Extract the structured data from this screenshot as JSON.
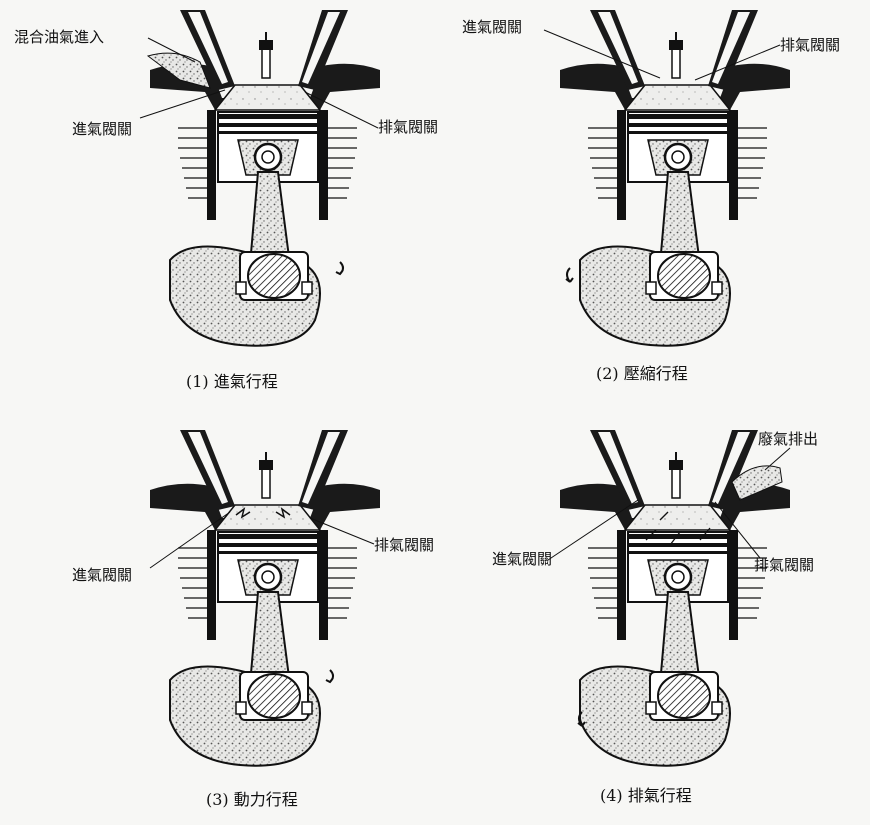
{
  "panels": [
    {
      "caption": "(1) 進氣行程",
      "labels": {
        "intake_flow": "混合油氣進入",
        "intake_valve": "進氣閥關",
        "exhaust_valve": "排氣閥關"
      }
    },
    {
      "caption": "(2) 壓縮行程",
      "labels": {
        "intake_valve": "進氣閥關",
        "exhaust_valve": "排氣閥關"
      }
    },
    {
      "caption": "(3) 動力行程",
      "labels": {
        "intake_valve": "進氣閥關",
        "exhaust_valve": "排氣閥關"
      }
    },
    {
      "caption": "(4) 排氣行程",
      "labels": {
        "exhaust_flow": "廢氣排出",
        "intake_valve": "進氣閥關",
        "exhaust_valve": "排氣閥關"
      }
    }
  ],
  "colors": {
    "ink": "#111111",
    "paper": "#f7f7f5",
    "stipple": "#9a9a9a"
  }
}
